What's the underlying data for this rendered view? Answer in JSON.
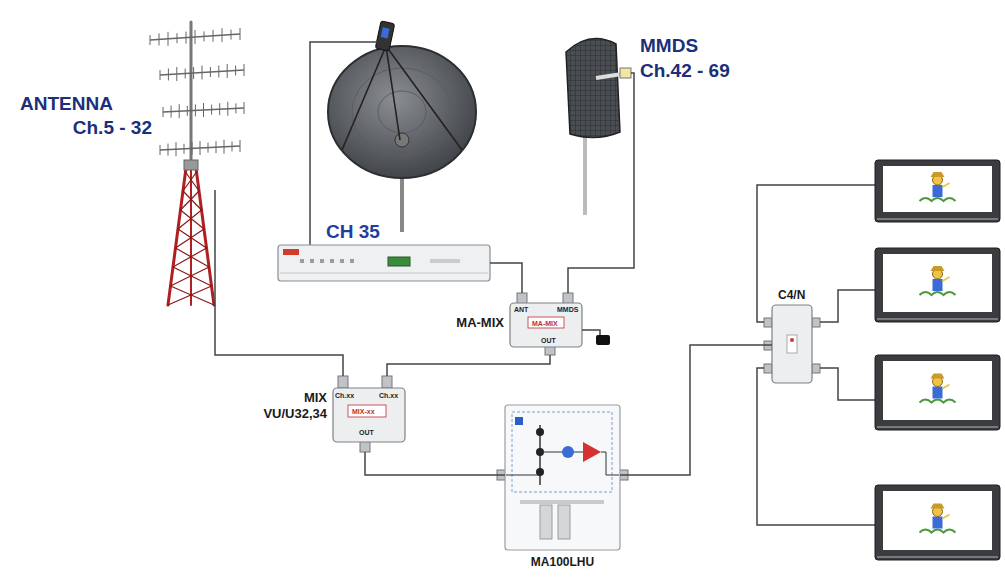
{
  "diagram": {
    "nodes": [
      {
        "text": [
          "ANTENNA",
          "Ch.5 - 32"
        ]
      },
      {
        "text": [
          "MMDS",
          "Ch.42 - 69"
        ]
      },
      {
        "text": [
          "CH 35"
        ]
      },
      {
        "text": [
          "MA-MIX"
        ]
      },
      {
        "text": [
          "MIX VU/U32,34"
        ]
      },
      {
        "text": [
          "MA100LHU"
        ]
      },
      {
        "text": [
          "C4/N"
        ]
      }
    ],
    "edges": [
      {
        "from": 0,
        "to": 4,
        "arrow": "none"
      },
      {
        "from": 1,
        "to": 3,
        "arrow": "none"
      },
      {
        "from": 2,
        "to": 3,
        "arrow": "none"
      },
      {
        "from": 3,
        "to": 4,
        "arrow": "none"
      },
      {
        "from": 4,
        "to": 5,
        "arrow": "none"
      },
      {
        "from": 5,
        "to": 6,
        "arrow": "none"
      }
    ],
    "labels": [
      "ANT",
      "MMDS",
      "MA-MIX",
      "OUT",
      "Ch.xx",
      "Ch.xx",
      "MIX-xx",
      "OUT"
    ]
  }
}
